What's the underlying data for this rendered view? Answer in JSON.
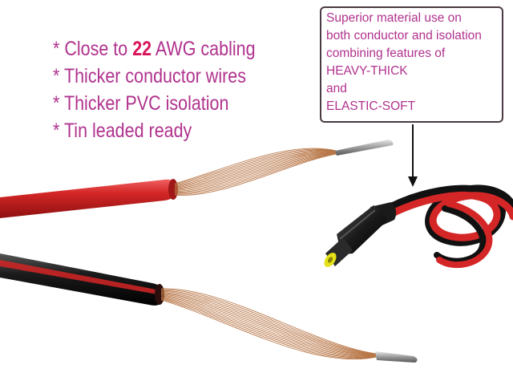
{
  "features": {
    "item1_prefix": "* Close to ",
    "item1_number": "22",
    "item1_suffix": " AWG cabling",
    "item2": "* Thicker conductor wires",
    "item3": "* Thicker PVC isolation",
    "item4": "* Tin leaded ready"
  },
  "callout": {
    "lines": [
      "Superior material use on",
      "both conductor and isolation",
      "combining features of",
      "HEAVY-THICK",
      "and",
      "ELASTIC-SOFT"
    ]
  },
  "colors": {
    "text": "#b0328e",
    "number": "#d9145a",
    "red_jacket": "#d42626",
    "black_jacket": "#1b1b1b",
    "copper": "#b5703f",
    "connector_tip": "#e5e21a",
    "callout_border": "#4a3a44"
  }
}
